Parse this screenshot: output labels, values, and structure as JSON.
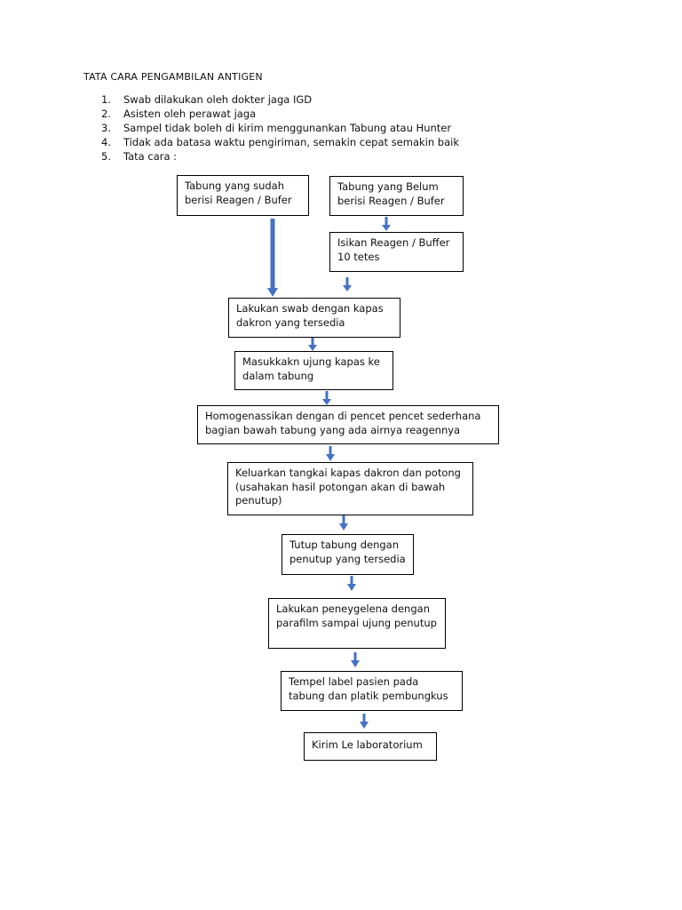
{
  "document": {
    "title": "TATA CARA PENGAMBILAN ANTIGEN",
    "list": [
      {
        "num": "1.",
        "text": "Swab dilakukan oleh dokter jaga IGD"
      },
      {
        "num": "2.",
        "text": "Asisten oleh perawat jaga"
      },
      {
        "num": "3.",
        "text": "Sampel tidak boleh di kirim menggunankan Tabung atau Hunter"
      },
      {
        "num": "4.",
        "text": "Tidak ada batasa waktu pengiriman, semakin cepat semakin baik"
      },
      {
        "num": "5.",
        "text": "Tata cara :"
      }
    ]
  },
  "flowchart": {
    "arrow_color": "#4472c4",
    "steps": {
      "tabung_sudah": "Tabung yang sudah berisi Reagen / Bufer",
      "tabung_belum": "Tabung yang Belum berisi Reagen / Bufer",
      "isikan_reagen": "Isikan Reagen / Buffer 10 tetes",
      "lakukan_swab": "Lakukan swab dengan kapas dakron yang tersedia",
      "masukkan_ujung": "Masukkakn ujung kapas ke dalam tabung",
      "homogenasi": "Homogenassikan dengan di pencet pencet sederhana bagian bawah tabung yang ada airnya reagennya",
      "keluarkan_tangkai": "Keluarkan tangkai kapas dakron dan potong (usahakan hasil potongan akan di bawah penutup)",
      "tutup_tabung": "Tutup tabung dengan penutup yang tersedia",
      "penyegelan": "Lakukan peneygelena dengan parafilm sampai ujung penutup",
      "tempel_label": "Tempel label pasien pada tabung dan platik pembungkus",
      "kirim": "Kirim Le laboratorium"
    }
  }
}
